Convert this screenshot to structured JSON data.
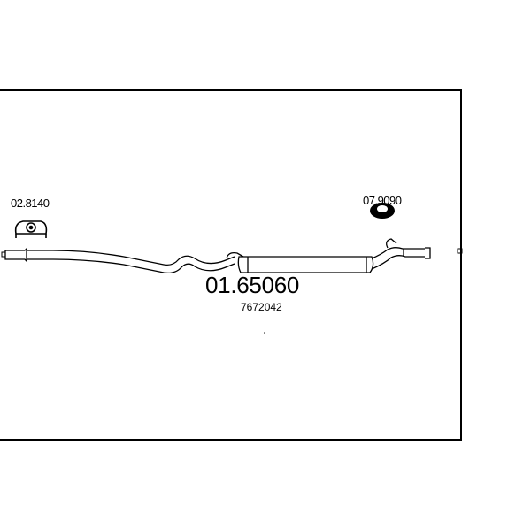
{
  "diagram": {
    "part_number": "01.65060",
    "oem_number": "7672042",
    "accessories": [
      {
        "code": "02.8140",
        "icon": "exhaust-clamp-icon"
      },
      {
        "code": "07.9090",
        "icon": "rubber-hanger-icon"
      }
    ]
  },
  "colors": {
    "line": "#000000",
    "background": "#ffffff"
  }
}
